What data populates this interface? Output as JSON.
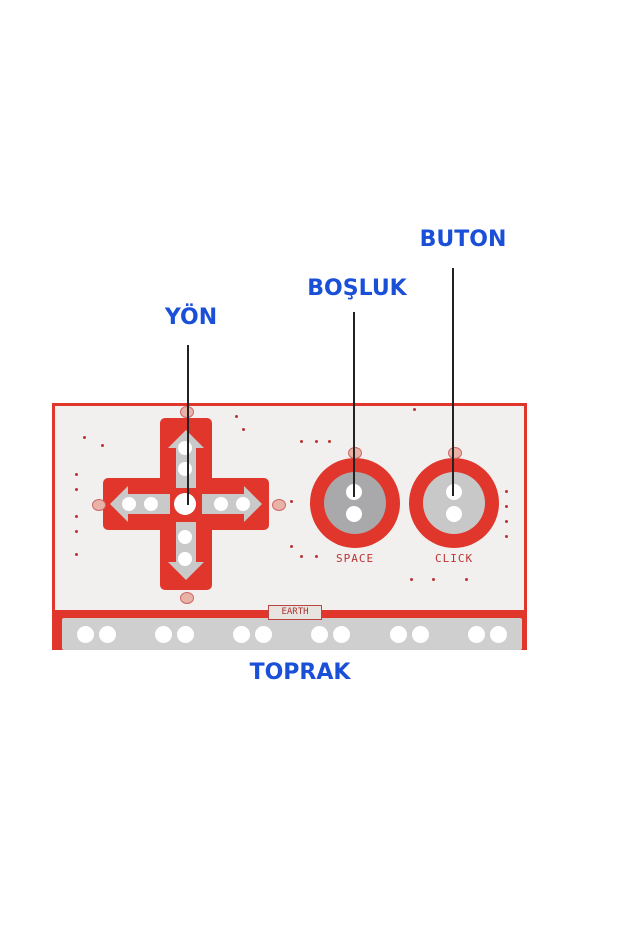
{
  "labels": {
    "direction": "YÖN",
    "space": "BOŞLUK",
    "button": "BUTON",
    "earth": "TOPRAK"
  },
  "board": {
    "space_text": "SPACE",
    "click_text": "CLICK",
    "earth_text": "EARTH"
  },
  "colors": {
    "label_blue": "#1a4fd8",
    "pcb_red": "#e0362c",
    "pad_gray": "#c8c8c8",
    "board_white": "#f1f0ee"
  }
}
